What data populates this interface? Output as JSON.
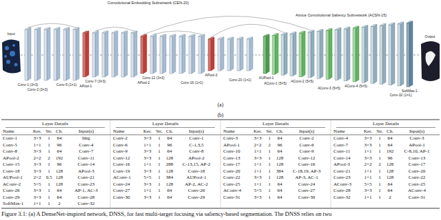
{
  "diagram": {
    "caption": "Figure 3.1: (a) A DenseNet-inspired network, DNSS, for fast multi-target focusing via saliency-based segmentation. The DNSS relies on two",
    "labels": [
      "Convolutional Embedding Subnetwork (CEN-20)",
      "Atrous Convolutional Saliency Subnetwork (ACSN-15)",
      "Input",
      "Output",
      "Conv-1 (3×3)",
      "Conv-2 (3×3)",
      "Conv-5 (1×1)",
      "APool-1",
      "Conv-7 (3×3)",
      "APool-2",
      "Conv-12 (3×3)",
      "Conv-16 (1×1)",
      "APool-3",
      "Conv-20 (1×1)",
      "AUPool-1",
      "AConv-1 (5×5)",
      "AConv-2 (5×5)",
      "AConv-3 (5×5)",
      "AConv-4 (5×5)",
      "Conv-32 (1×1)",
      "SoftMax-1",
      "(a)",
      "Layer Details",
      "Layer Details",
      "Layer Details",
      "Layer Details",
      "Name",
      "Ker.",
      "Str.",
      "Ch.",
      "Input(s)",
      "Name",
      "Ker.",
      "Str.",
      "Ch.",
      "Input(s)",
      "Name",
      "Ker.",
      "Str.",
      "Ch.",
      "Input(s)",
      "Name",
      "Ker.",
      "Str.",
      "Ch.",
      "Input(s)",
      "Conv-1",
      "3×3",
      "1",
      "64",
      "Img",
      "Conv-2",
      "3×3",
      "1",
      "64",
      "Conv-1",
      "Conv-3",
      "3×3",
      "1",
      "64",
      "Conv-2",
      "Conv-4",
      "3×3",
      "1",
      "64",
      "Conv-3",
      "Conv-5",
      "1×1",
      "1",
      "96",
      "Conv-4",
      "Conv-6",
      "1×1",
      "1",
      "96",
      "C-1,3,5",
      "APool-1",
      "2×2",
      "2",
      "96",
      "Conv-6",
      "Conv-7",
      "3×3",
      "1",
      "64",
      "APool-1",
      "Conv-8",
      "3×3",
      "1",
      "64",
      "Conv-7",
      "Conv-9",
      "3×3",
      "1",
      "64",
      "Conv-8",
      "Conv-10",
      "1×1",
      "1",
      "64",
      "Conv-9",
      "Conv-11",
      "1×1",
      "1",
      "192",
      "C-8,10, AP-1",
      "APool-2",
      "2×2",
      "2",
      "192",
      "Conv-11",
      "Conv-12",
      "3×3",
      "1",
      "128",
      "APool-2",
      "Conv-13",
      "3×3",
      "1",
      "128",
      "Conv-12",
      "Conv-14",
      "3×3",
      "1",
      "96",
      "Conv-13",
      "Conv-15",
      "3×3",
      "1",
      "96",
      "Conv-14",
      "Conv-16",
      "1×1",
      "1",
      "288",
      "C-13,15, AP-2",
      "Conv-17",
      "1×1",
      "1",
      "128",
      "Conv-16",
      "APool-3",
      "2×2",
      "2",
      "128",
      "Conv-17",
      "Conv-18",
      "3×3",
      "1",
      "128",
      "APool-3",
      "Conv-19",
      "3×3",
      "1",
      "128",
      "Conv-18",
      "Conv-20",
      "1×1",
      "1",
      "384",
      "C-18,19, AP-3",
      "Conv-21",
      "1×1",
      "1",
      "128",
      "Conv-20",
      "AUPool-1",
      "2×2",
      "0.5",
      "128",
      "Conv-21",
      "AConv-1",
      "5×5",
      "1",
      "384",
      "AUPool-1",
      "Conv-22",
      "3×3",
      "1",
      "128",
      "AP-3, AC-1",
      "Conv-23",
      "1×1",
      "1",
      "128",
      "Conv-22",
      "AConv-2",
      "5×5",
      "1",
      "128",
      "Conv-23",
      "Conv-24",
      "3×3",
      "1",
      "128",
      "AP-2, AC-2",
      "Conv-25",
      "1×1",
      "1",
      "64",
      "Conv-24",
      "AConv-3",
      "5×5",
      "1",
      "64",
      "Conv-25",
      "Conv-26",
      "3×3",
      "1",
      "64",
      "AP-1, AC-3",
      "Conv-27",
      "1×1",
      "1",
      "64",
      "Conv-26",
      "AConv-4",
      "5×5",
      "1",
      "64",
      "Conv-27",
      "Conv-28",
      "3×3",
      "1",
      "64",
      "AConv-4",
      "Conv-29",
      "3×3",
      "1",
      "64",
      "Conv-28",
      "Conv-30",
      "3×3",
      "1",
      "64",
      "Conv-29",
      "Conv-31",
      "3×3",
      "1",
      "64",
      "Conv-30",
      "Conv-32",
      "1×1",
      "1",
      "2",
      "Conv-31",
      "SoftMax-1",
      "1×1",
      "1",
      "2",
      "Conv-32",
      "(b)"
    ]
  }
}
